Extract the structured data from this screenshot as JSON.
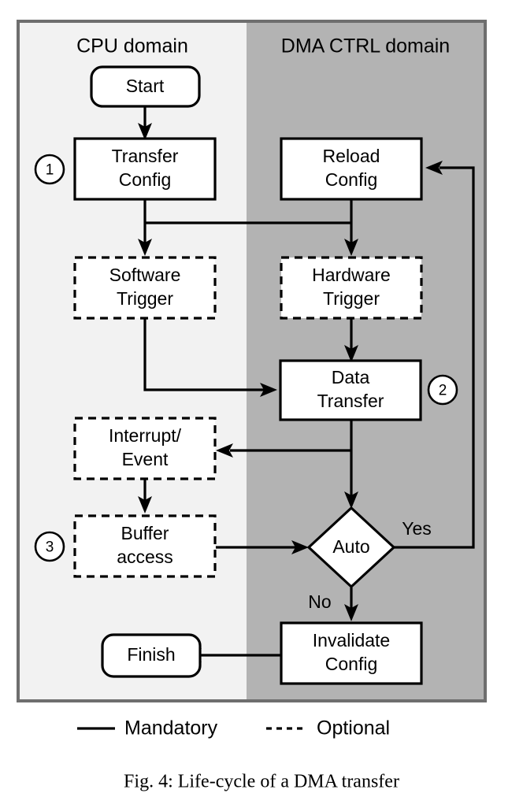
{
  "figure": {
    "caption": "Fig. 4: Life-cycle of a DMA transfer",
    "domains": [
      {
        "id": "cpu",
        "title": "CPU domain",
        "background": "#f2f2f2"
      },
      {
        "id": "dma",
        "title": "DMA CTRL domain",
        "background": "#b3b3b3"
      }
    ],
    "frame_border_color": "#6e6e6e",
    "line_color": "#000000",
    "nodes": [
      {
        "id": "start",
        "label": "Start",
        "shape": "terminator",
        "style": "solid",
        "domain": "cpu"
      },
      {
        "id": "transfer-config",
        "label_line1": "Transfer",
        "label_line2": "Config",
        "shape": "process",
        "style": "solid",
        "domain": "cpu",
        "marker": "1"
      },
      {
        "id": "reload-config",
        "label_line1": "Reload",
        "label_line2": "Config",
        "shape": "process",
        "style": "solid",
        "domain": "dma"
      },
      {
        "id": "software-trigger",
        "label_line1": "Software",
        "label_line2": "Trigger",
        "shape": "process",
        "style": "dashed",
        "domain": "cpu"
      },
      {
        "id": "hardware-trigger",
        "label_line1": "Hardware",
        "label_line2": "Trigger",
        "shape": "process",
        "style": "dashed",
        "domain": "dma"
      },
      {
        "id": "data-transfer",
        "label_line1": "Data",
        "label_line2": "Transfer",
        "shape": "process",
        "style": "solid",
        "domain": "dma",
        "marker": "2"
      },
      {
        "id": "interrupt-event",
        "label_line1": "Interrupt/",
        "label_line2": "Event",
        "shape": "process",
        "style": "dashed",
        "domain": "cpu"
      },
      {
        "id": "buffer-access",
        "label_line1": "Buffer",
        "label_line2": "access",
        "shape": "process",
        "style": "dashed",
        "domain": "cpu",
        "marker": "3"
      },
      {
        "id": "auto-decision",
        "label": "Auto",
        "shape": "decision",
        "style": "solid",
        "domain": "dma"
      },
      {
        "id": "invalidate-config",
        "label_line1": "Invalidate",
        "label_line2": "Config",
        "shape": "process",
        "style": "solid",
        "domain": "dma"
      },
      {
        "id": "finish",
        "label": "Finish",
        "shape": "terminator",
        "style": "solid",
        "domain": "cpu"
      }
    ],
    "edge_labels": {
      "auto_yes": "Yes",
      "auto_no": "No"
    },
    "step_markers": [
      {
        "id": "marker-1",
        "number": "1"
      },
      {
        "id": "marker-2",
        "number": "2"
      },
      {
        "id": "marker-3",
        "number": "3"
      }
    ],
    "legend": [
      {
        "id": "legend-mandatory",
        "label": "Mandatory",
        "style": "solid"
      },
      {
        "id": "legend-optional",
        "label": "Optional",
        "style": "dashed"
      }
    ]
  }
}
